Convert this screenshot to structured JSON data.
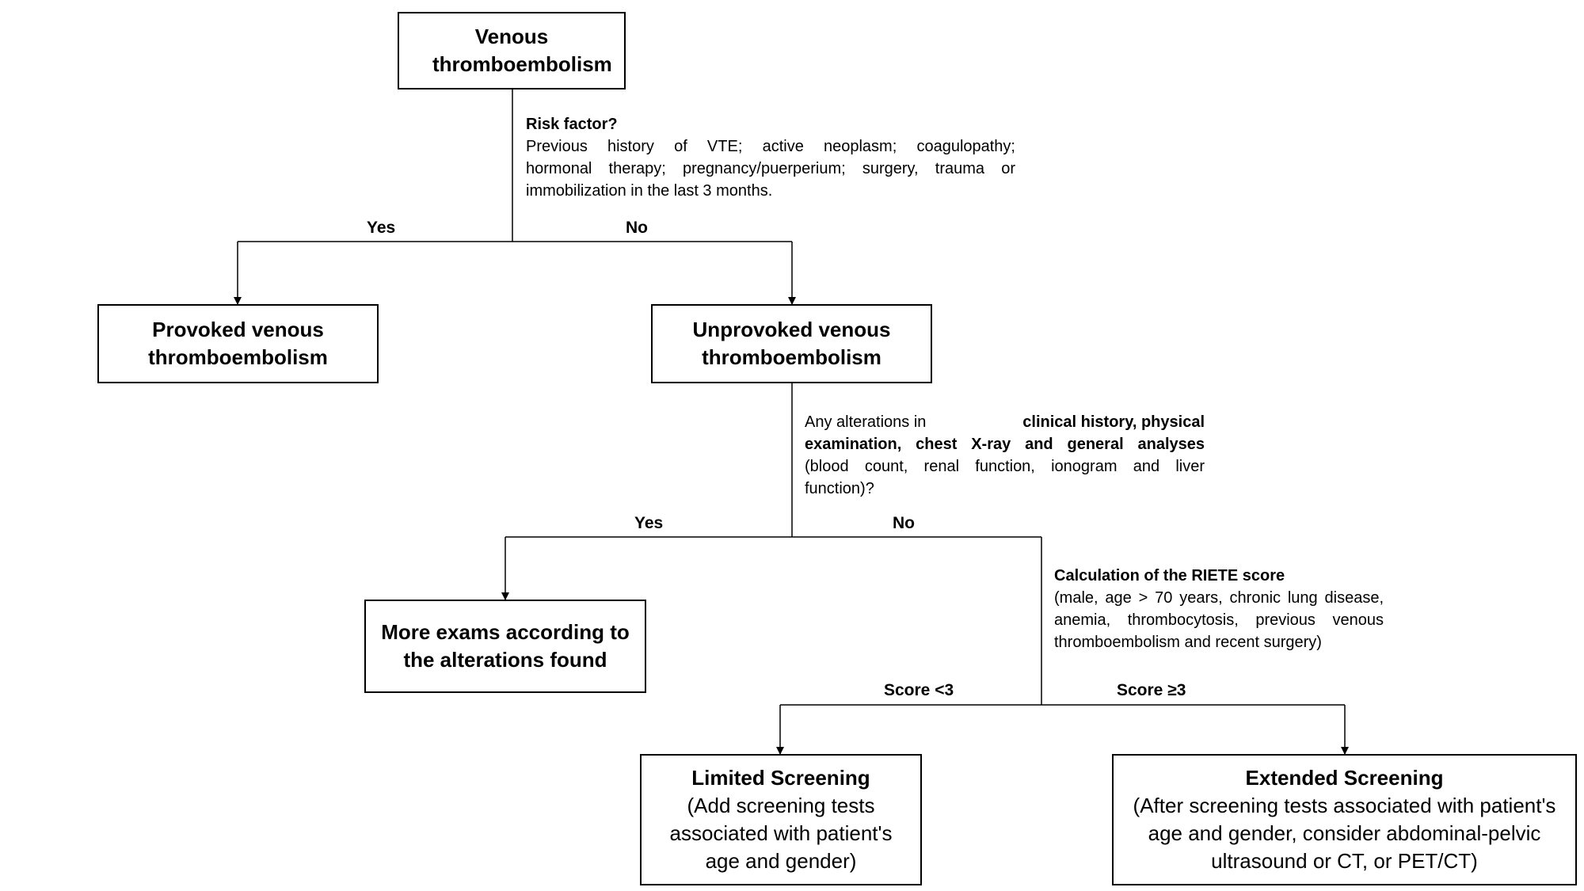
{
  "nodes": {
    "vte": "Venous thromboembolism",
    "provoked": "Provoked venous thromboembolism",
    "unprovoked": "Unprovoked venous thromboembolism",
    "more_exams": "More exams according to the alterations found",
    "limited_title": "Limited Screening",
    "limited_desc": "(Add screening tests associated with patient's age and gender)",
    "extended_title": "Extended Screening",
    "extended_desc": "(After screening tests associated with patient's age and gender, consider abdominal-pelvic ultrasound or CT, or PET/CT)"
  },
  "notes": {
    "risk_title": "Risk factor?",
    "risk_line1": "Previous history of VTE; active neoplasm; coagulopathy;",
    "risk_line2": "hormonal therapy; pregnancy/puerperium; surgery, trauma or",
    "risk_line3": "immobilization in the last 3 months.",
    "alt_line1_a": "Any alterations in",
    "alt_line1_b": "clinical history, physical",
    "alt_line2": "examination, chest X-ray and general analyses",
    "alt_line3": "(blood count, renal function, ionogram and liver",
    "alt_line4": "function)?",
    "riete_title": "Calculation of the RIETE score",
    "riete_line1": "(male, age > 70 years, chronic lung disease,",
    "riete_line2": "anemia, thrombocytosis, previous venous",
    "riete_line3": "thromboembolism and recent surgery)"
  },
  "labels": {
    "yes1": "Yes",
    "no1": "No",
    "yes2": "Yes",
    "no2": "No",
    "score_low": "Score <3",
    "score_high": "Score ≥3"
  },
  "colors": {
    "line": "#000000",
    "background": "#ffffff"
  }
}
